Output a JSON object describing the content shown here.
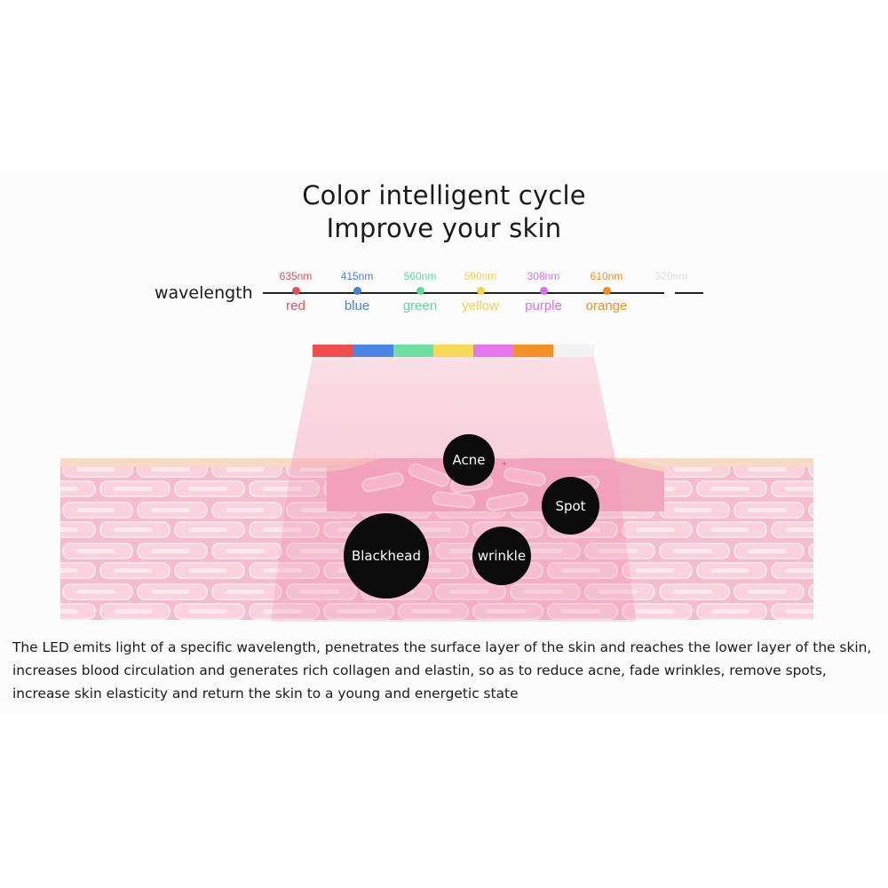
{
  "title_line1": "Color intelligent cycle",
  "title_line2": "Improve your skin",
  "wavelength_label": "wavelength",
  "wavelengths": [
    {
      "nm": "635nm",
      "name": "red",
      "color": "#e0525a"
    },
    {
      "nm": "415nm",
      "name": "blue",
      "color": "#4a7fd8"
    },
    {
      "nm": "560nm",
      "name": "green",
      "color": "#5fd89a"
    },
    {
      "nm": "590nm",
      "name": "yellow",
      "color": "#f2d24a"
    },
    {
      "nm": "308nm",
      "name": "purple",
      "color": "#d873e6"
    },
    {
      "nm": "610nm",
      "name": "orange",
      "color": "#ee8f24"
    },
    {
      "nm": "320nm",
      "name": "",
      "color": "#e4e4e4"
    }
  ],
  "color_strip": [
    "#ef4f4f",
    "#4a86e6",
    "#6ee0a2",
    "#f6d957",
    "#e476ee",
    "#f49028",
    "#f2f2f6"
  ],
  "skin_issues": {
    "acne": "Acne",
    "spot": "Spot",
    "blackhead": "Blackhead",
    "wrinkle": "wrinkle"
  },
  "description": [
    "The LED emits light of a specific wavelength, penetrates the surface layer of the skin and reaches the lower layer of the skin,",
    "increases blood circulation and generates rich collagen and elastin, so as to reduce acne, fade wrinkles, remove spots,",
    "increase skin elasticity and return the skin to a young and energetic state"
  ]
}
